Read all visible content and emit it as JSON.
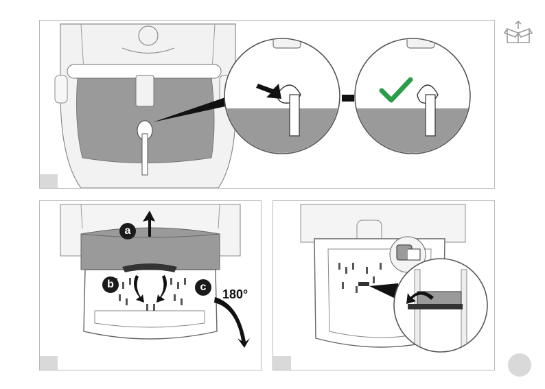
{
  "steps": {
    "step2": {
      "label_a": "a",
      "label_b": "b",
      "label_c": "c",
      "rotation": "180°"
    }
  },
  "colors": {
    "panel_border": "#b9b9b9",
    "gray_fill": "#9a9a9a",
    "light_gray": "#e6e6e6",
    "check_green": "#2a9d4b",
    "step_box": "#d9d9d9"
  },
  "icons": [
    "unbox-icon",
    "check-icon",
    "arrow-icon",
    "page-number-icon"
  ]
}
